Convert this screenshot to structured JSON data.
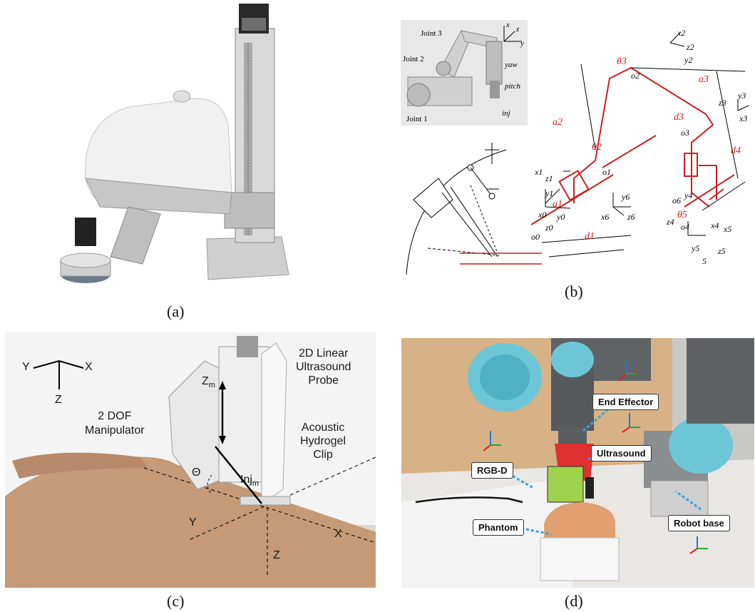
{
  "captions": {
    "a": "(a)",
    "b": "(b)",
    "c": "(c)",
    "d": "(d)"
  },
  "panel_b": {
    "joints": [
      "Joint 3",
      "Joint 2",
      "Joint 1"
    ],
    "inset_axes": [
      "x",
      "z",
      "y"
    ],
    "inset_terms": [
      "yaw",
      "pitch",
      "inj"
    ],
    "dh_red": [
      "θ3",
      "a3",
      "a2",
      "θ2",
      "d3",
      "d4",
      "a1",
      "d1",
      "θ5"
    ],
    "dh_black": [
      "x2",
      "z2",
      "y2",
      "o2",
      "z3",
      "y3",
      "x3",
      "o3",
      "x1",
      "z1",
      "y1",
      "o1",
      "x0",
      "z0",
      "y0",
      "o0",
      "y6",
      "x6",
      "z6",
      "o6",
      "y4",
      "z4",
      "o4",
      "x4",
      "x5",
      "y5",
      "z5",
      "5"
    ]
  },
  "panel_c": {
    "axis_y": "Y",
    "axis_x": "X",
    "axis_z": "Z",
    "probe_label_1": "2D Linear",
    "probe_label_2": "Ultrasound",
    "probe_label_3": "Probe",
    "manip_label_1": "2 DOF",
    "manip_label_2": "Manipulator",
    "clip_label_1": "Acoustic",
    "clip_label_2": "Hydrogel",
    "clip_label_3": "Clip",
    "z_m": "Z",
    "z_m_sub": "m",
    "inj_m": "Inj",
    "inj_m_sub": "m",
    "theta": "Θ",
    "ground_y": "Y",
    "ground_x": "X",
    "ground_z": "Z"
  },
  "panel_d": {
    "end_effector": "End Effector",
    "ultrasound": "Ultrasound",
    "rgbd": "RGB-D",
    "phantom": "Phantom",
    "robot_base": "Robot base"
  },
  "colors": {
    "red": "#cc1f1f",
    "callout_arrow": "#3aa0e0",
    "axis_green": "#22aa33",
    "axis_red": "#dd2222",
    "axis_blue": "#2277dd"
  }
}
